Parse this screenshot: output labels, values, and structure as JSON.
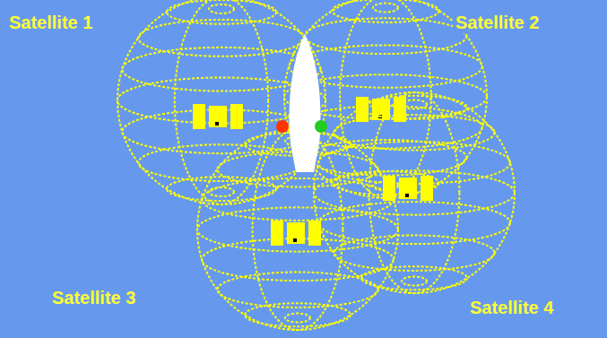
{
  "diagram": {
    "labels": [
      "Satellite 1",
      "Satellite 2",
      "Satellite 3",
      "Satellite 4"
    ]
  }
}
